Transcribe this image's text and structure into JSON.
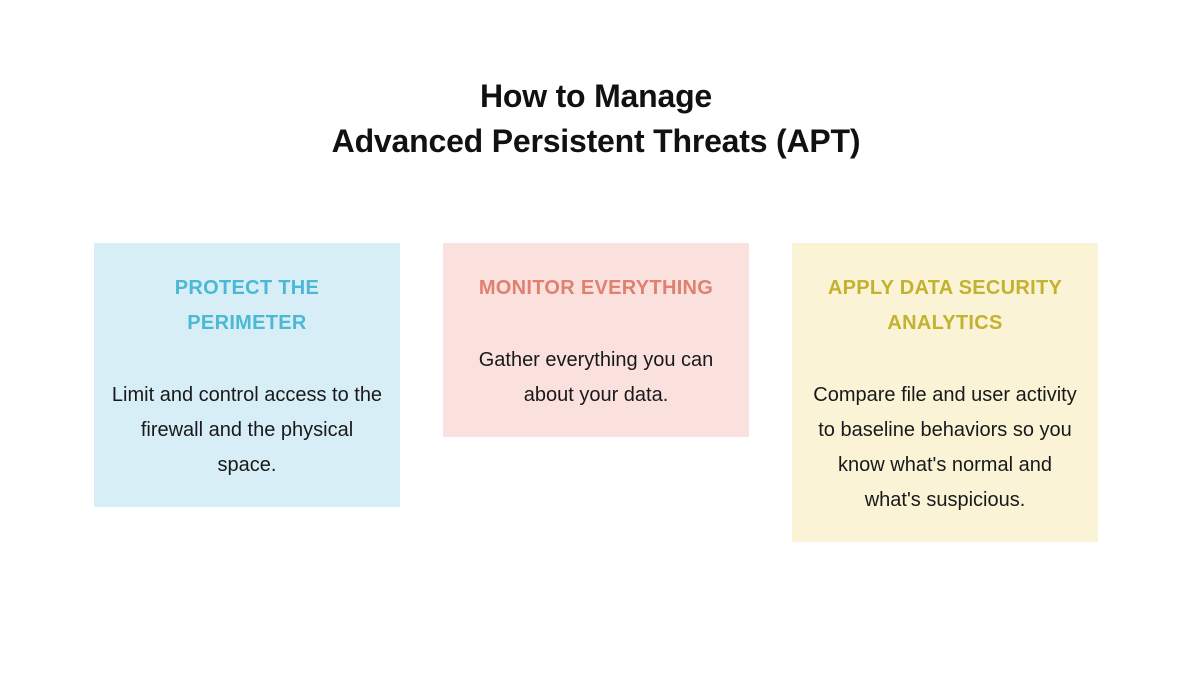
{
  "page": {
    "background": "#ffffff",
    "title_line_1": "How to Manage",
    "title_line_2": "Advanced Persistent Threats (APT)",
    "title_color": "#111111"
  },
  "cards": [
    {
      "heading": "PROTECT THE PERIMETER",
      "body": "Limit and control access to the firewall and the physical space.",
      "background": "#d7eef7",
      "heading_color": "#4bb8d4",
      "body_color": "#19191b"
    },
    {
      "heading": "MONITOR EVERYTHING",
      "body": "Gather everything you can about your data.",
      "background": "#fbe1dd",
      "heading_color": "#e08070",
      "body_color": "#19191b"
    },
    {
      "heading": "APPLY DATA SECURITY ANALYTICS",
      "body": "Compare file and user activity to baseline behaviors so you know what's normal and what's suspicious.",
      "background": "#faf3d5",
      "heading_color": "#c2b22e",
      "body_color": "#19191b"
    }
  ]
}
